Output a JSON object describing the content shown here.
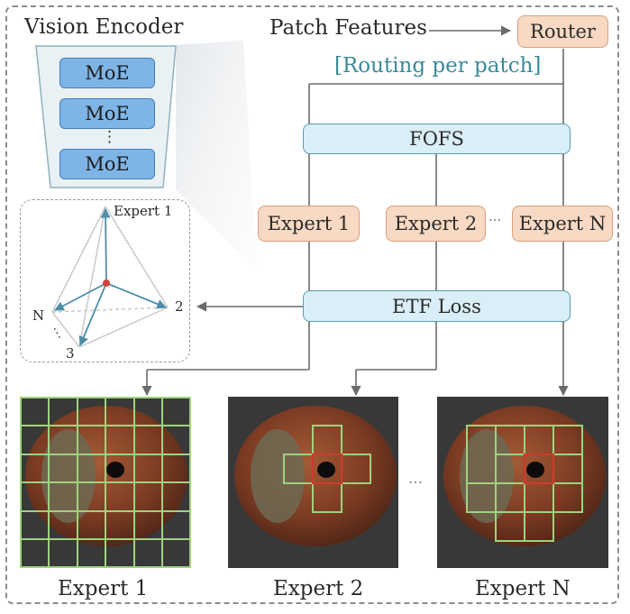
{
  "encoder": {
    "title": "Vision Encoder",
    "layers": [
      "MoE",
      "MoE",
      "MoE"
    ],
    "ellipsis": "⋮"
  },
  "flow": {
    "patch_features": "Patch Features",
    "router": "Router",
    "routing_note": "[Routing per patch]",
    "fofs": "FOFS",
    "etf_loss": "ETF Loss",
    "experts": [
      "Expert 1",
      "Expert 2",
      "Expert N"
    ],
    "experts_ellipsis": "···"
  },
  "simplex": {
    "vertex_top": "Expert 1",
    "vertex_right": "2",
    "vertex_bottom": "3",
    "vertex_left": "N",
    "dots": "⋮"
  },
  "outputs": {
    "captions": [
      "Expert 1",
      "Expert 2",
      "Expert N"
    ],
    "ellipsis": "···"
  },
  "colors": {
    "moe_fill": "#7fb5e6",
    "expert_fill": "#f8d9c3",
    "bar_fill": "#d9eef6",
    "routing_text": "#3a8a98",
    "grid_green": "#9ed27f",
    "selected_patch": "#cc3b2e",
    "arrow_gray": "#6b6b6b"
  }
}
